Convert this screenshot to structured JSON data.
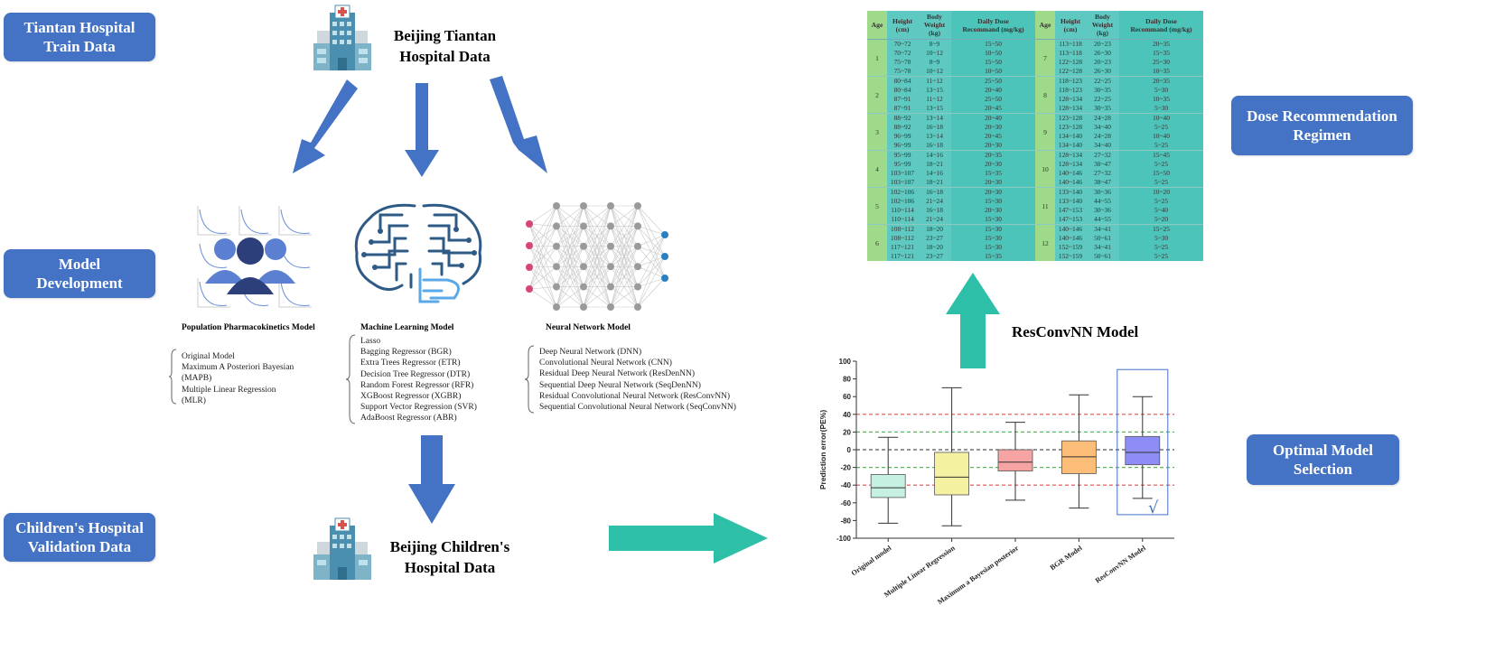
{
  "side_labels": {
    "train": "Tiantan Hospital\nTrain Data",
    "model_dev": "Model\nDevelopment",
    "validation": "Children's Hospital\nValidation Data",
    "dose": "Dose Recommendation\nRegimen",
    "optimal": "Optimal Model\nSelection"
  },
  "tiantan_title": "Beijing Tiantan\nHospital Data",
  "children_title": "Beijing Children's\nHospital Data",
  "ppk": {
    "caption": "Population Pharmacokinetics Model",
    "items": [
      "Original Model",
      "Maximum A Posteriori Bayesian",
      "(MAPB)",
      "Multiple Linear Regression",
      "(MLR)"
    ]
  },
  "ml": {
    "caption": "Machine Learning Model",
    "items": [
      "Lasso",
      "Bagging Regressor (BGR)",
      "Extra Trees Regressor (ETR)",
      "Decision Tree Regressor (DTR)",
      "Random Forest Regressor (RFR)",
      "XGBoost Regressor (XGBR)",
      "Support Vector Regression (SVR)",
      "AdaBoost Regressor (ABR)"
    ]
  },
  "nn": {
    "caption": "Neural Network Model",
    "items": [
      "Deep Neural Network (DNN)",
      "Convolutional Neural Network (CNN)",
      "Residual Deep Neural Network (ResDenNN)",
      "Sequential Deep Neural Network (SeqDenNN)",
      "Residual Convolutional Neural Network (ResConvNN)",
      "Sequential Convolutional Neural Network (SeqConvNN)"
    ]
  },
  "resconv_title": "ResConvNN Model",
  "dose_table": {
    "headers": [
      "Age",
      "Height\n(cm)",
      "Body Weight\n(kg)",
      "Daily Dose\nRecommand (mg/kg)"
    ],
    "left_groups": [
      {
        "age": "1",
        "rows": [
          [
            "70~72",
            "8~9",
            "15~50"
          ],
          [
            "70~72",
            "10~12",
            "10~50"
          ],
          [
            "75~78",
            "8~9",
            "15~50"
          ],
          [
            "75~78",
            "10~12",
            "10~50"
          ]
        ]
      },
      {
        "age": "2",
        "rows": [
          [
            "80~84",
            "11~12",
            "25~50"
          ],
          [
            "80~84",
            "13~15",
            "20~40"
          ],
          [
            "87~91",
            "11~12",
            "25~50"
          ],
          [
            "87~91",
            "13~15",
            "20~45"
          ]
        ]
      },
      {
        "age": "3",
        "rows": [
          [
            "88~92",
            "13~14",
            "20~40"
          ],
          [
            "88~92",
            "16~18",
            "20~30"
          ],
          [
            "96~99",
            "13~14",
            "20~45"
          ],
          [
            "96~99",
            "16~18",
            "20~30"
          ]
        ]
      },
      {
        "age": "4",
        "rows": [
          [
            "95~99",
            "14~16",
            "20~35"
          ],
          [
            "95~99",
            "18~21",
            "20~30"
          ],
          [
            "103~107",
            "14~16",
            "15~35"
          ],
          [
            "103~107",
            "18~21",
            "20~30"
          ]
        ]
      },
      {
        "age": "5",
        "rows": [
          [
            "102~106",
            "16~18",
            "20~30"
          ],
          [
            "102~106",
            "21~24",
            "15~30"
          ],
          [
            "110~114",
            "16~18",
            "20~30"
          ],
          [
            "110~114",
            "21~24",
            "15~30"
          ]
        ]
      },
      {
        "age": "6",
        "rows": [
          [
            "108~112",
            "18~20",
            "15~30"
          ],
          [
            "108~112",
            "23~27",
            "15~30"
          ],
          [
            "117~121",
            "18~20",
            "15~30"
          ],
          [
            "117~121",
            "23~27",
            "15~35"
          ]
        ]
      }
    ],
    "right_groups": [
      {
        "age": "7",
        "rows": [
          [
            "113~118",
            "20~23",
            "20~35"
          ],
          [
            "113~118",
            "26~30",
            "15~35"
          ],
          [
            "122~128",
            "20~23",
            "25~30"
          ],
          [
            "122~128",
            "26~30",
            "10~35"
          ]
        ]
      },
      {
        "age": "8",
        "rows": [
          [
            "118~123",
            "22~25",
            "20~35"
          ],
          [
            "118~123",
            "30~35",
            "5~30"
          ],
          [
            "128~134",
            "22~25",
            "10~35"
          ],
          [
            "128~134",
            "30~35",
            "5~30"
          ]
        ]
      },
      {
        "age": "9",
        "rows": [
          [
            "123~128",
            "24~28",
            "10~40"
          ],
          [
            "123~128",
            "34~40",
            "5~25"
          ],
          [
            "134~140",
            "24~28",
            "10~40"
          ],
          [
            "134~140",
            "34~40",
            "5~25"
          ]
        ]
      },
      {
        "age": "10",
        "rows": [
          [
            "128~134",
            "27~32",
            "15~45"
          ],
          [
            "128~134",
            "38~47",
            "5~25"
          ],
          [
            "140~146",
            "27~32",
            "15~50"
          ],
          [
            "140~146",
            "38~47",
            "5~25"
          ]
        ]
      },
      {
        "age": "11",
        "rows": [
          [
            "133~140",
            "30~36",
            "10~20"
          ],
          [
            "133~140",
            "44~55",
            "5~25"
          ],
          [
            "147~153",
            "30~36",
            "5~40"
          ],
          [
            "147~153",
            "44~55",
            "5~20"
          ]
        ]
      },
      {
        "age": "12",
        "rows": [
          [
            "140~146",
            "34~41",
            "15~25"
          ],
          [
            "140~146",
            "50~61",
            "5~30"
          ],
          [
            "152~159",
            "34~41",
            "5~25"
          ],
          [
            "152~159",
            "50~61",
            "5~25"
          ]
        ]
      }
    ]
  },
  "chart_data": {
    "type": "box",
    "ylabel": "Prediction error(PE%)",
    "ylim": [
      -100,
      100
    ],
    "yticks": [
      100,
      80,
      60,
      40,
      20,
      0,
      -20,
      -40,
      -60,
      -80,
      -100
    ],
    "reference_lines": [
      {
        "y": 40,
        "color": "#e05050"
      },
      {
        "y": 20,
        "color": "#5cb85c"
      },
      {
        "y": 0,
        "color": "#555555"
      },
      {
        "y": -20,
        "color": "#5cb85c"
      },
      {
        "y": -40,
        "color": "#e05050"
      }
    ],
    "categories": [
      "Original model",
      "Multiple Linear Regression",
      "Maximum a Bayesian posterior",
      "BGR Model",
      "ResConvNN Model"
    ],
    "boxes": [
      {
        "min": -83,
        "q1": -54,
        "median": -43,
        "q3": -28,
        "max": 14,
        "color": "#c5f0e2"
      },
      {
        "min": -86,
        "q1": -51,
        "median": -31,
        "q3": -3,
        "max": 70,
        "color": "#f4f2a0"
      },
      {
        "min": -57,
        "q1": -24,
        "median": -14,
        "q3": 0,
        "max": 31,
        "color": "#f5a3a3"
      },
      {
        "min": -66,
        "q1": -27,
        "median": -8,
        "q3": 10,
        "max": 62,
        "color": "#fbbd78"
      },
      {
        "min": -55,
        "q1": -17,
        "median": -3,
        "q3": 15,
        "max": 60,
        "color": "#8e8cf5"
      }
    ],
    "highlight": "ResConvNN Model",
    "check_mark": "√"
  }
}
